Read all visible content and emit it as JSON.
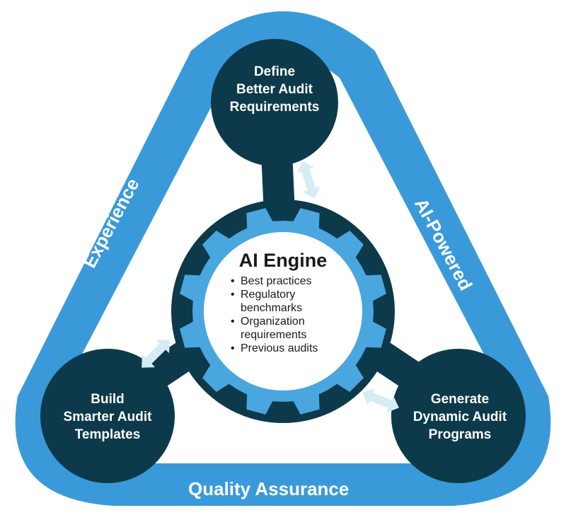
{
  "colors": {
    "frame": "#3a9ad9",
    "node": "#0c3a4a",
    "gear": "#4aa6de",
    "arrow": "#d6ecf5",
    "center": "#ffffff"
  },
  "frame_labels": {
    "left": "Experience",
    "right": "AI-Powered",
    "bottom": "Quality Assurance"
  },
  "nodes": {
    "top": {
      "lines": [
        "Define",
        "Better Audit",
        "Requirements"
      ]
    },
    "left": {
      "lines": [
        "Build",
        "Smarter Audit",
        "Templates"
      ]
    },
    "right": {
      "lines": [
        "Generate",
        "Dynamic Audit",
        "Programs"
      ]
    }
  },
  "engine": {
    "title": "AI Engine",
    "items": [
      "Best practices",
      "Regulatory benchmarks",
      "Organization requirements",
      "Previous audits"
    ]
  }
}
